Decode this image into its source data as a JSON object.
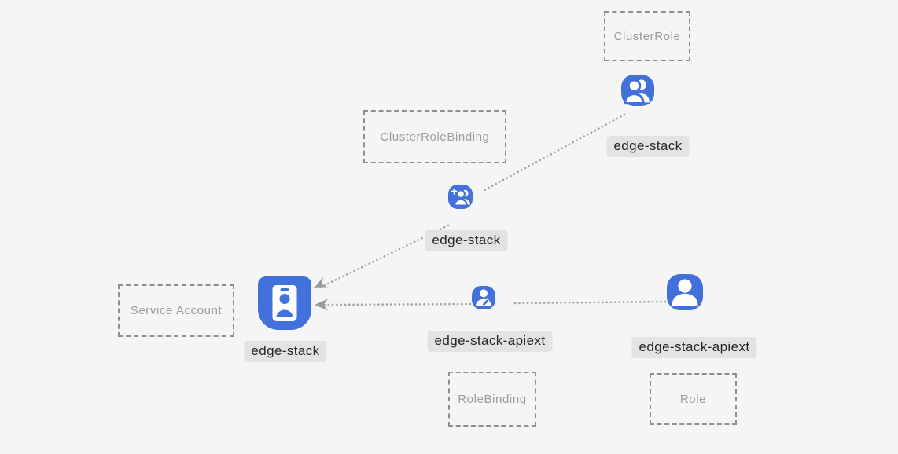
{
  "diagram": {
    "title": "kubernetes-rbac-diagram",
    "background": "#f5f5f6"
  },
  "colors": {
    "node_blue": "#4271db",
    "dashed_border": "#8f8f8f",
    "type_label_text": "#9c9c9c",
    "name_label_bg": "#e3e3e4",
    "name_label_text": "#262626",
    "edge_dots": "#a3a3a3",
    "arrowhead": "#9b9b9b"
  },
  "type_boxes": [
    {
      "id": "cluster-role",
      "label": "ClusterRole"
    },
    {
      "id": "cluster-role-binding",
      "label": "ClusterRoleBinding"
    },
    {
      "id": "service-account",
      "label": "Service Account"
    },
    {
      "id": "role-binding",
      "label": "RoleBinding"
    },
    {
      "id": "role",
      "label": "Role"
    }
  ],
  "nodes": [
    {
      "id": "clusterrole-edge-stack",
      "type": "ClusterRole",
      "label": "edge-stack",
      "icon": "users-icon"
    },
    {
      "id": "clusterrolebinding-edge-stack",
      "type": "ClusterRoleBinding",
      "label": "edge-stack",
      "icon": "user-plus-icon"
    },
    {
      "id": "serviceaccount-edge-stack",
      "type": "Service Account",
      "label": "edge-stack",
      "icon": "id-badge-icon"
    },
    {
      "id": "rolebinding-edge-stack-apiext",
      "type": "RoleBinding",
      "label": "edge-stack-apiext",
      "icon": "user-edit-icon"
    },
    {
      "id": "role-edge-stack-apiext",
      "type": "Role",
      "label": "edge-stack-apiext",
      "icon": "user-icon"
    }
  ],
  "edges": [
    {
      "from": "clusterrole-edge-stack",
      "to": "clusterrolebinding-edge-stack",
      "style": "dotted"
    },
    {
      "from": "clusterrolebinding-edge-stack",
      "to": "serviceaccount-edge-stack",
      "style": "dotted-arrow"
    },
    {
      "from": "role-edge-stack-apiext",
      "to": "rolebinding-edge-stack-apiext",
      "style": "dotted"
    },
    {
      "from": "rolebinding-edge-stack-apiext",
      "to": "serviceaccount-edge-stack",
      "style": "dotted-arrow"
    }
  ]
}
